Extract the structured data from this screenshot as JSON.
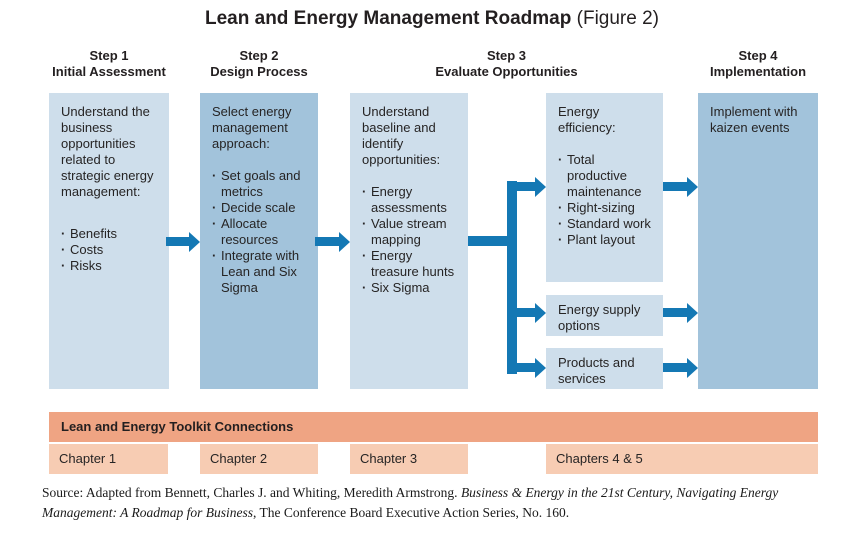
{
  "title": {
    "main": "Lean and Energy Management Roadmap",
    "suffix": " (Figure 2)"
  },
  "steps": [
    {
      "step": "Step 1",
      "name": "Initial Assessment"
    },
    {
      "step": "Step 2",
      "name": "Design Process"
    },
    {
      "step": "Step 3",
      "name": "Evaluate Opportunities"
    },
    {
      "step": "Step 4",
      "name": "Implementation"
    }
  ],
  "boxes": {
    "initial_assessment": {
      "intro": "Understand the business opportunities related to strategic energy management:",
      "bullets": [
        "Benefits",
        "Costs",
        "Risks"
      ]
    },
    "design_process": {
      "intro": "Select energy management approach:",
      "bullets": [
        "Set goals and metrics",
        "Decide scale",
        "Allocate resources",
        "Integrate with Lean and Six Sigma"
      ]
    },
    "evaluate_opportunities": {
      "intro": "Understand baseline and identify opportunities:",
      "bullets": [
        "Energy assessments",
        "Value stream mapping",
        "Energy treasure hunts",
        "Six Sigma"
      ]
    },
    "energy_efficiency": {
      "intro": "Energy efficiency:",
      "bullets": [
        "Total productive maintenance",
        "Right-sizing",
        "Standard work",
        "Plant layout"
      ]
    },
    "energy_supply": {
      "text": "Energy supply options"
    },
    "products_services": {
      "text": "Products and services"
    },
    "implementation": {
      "text": "Implement with kaizen events"
    }
  },
  "toolkit": {
    "header": "Lean and Energy Toolkit Connections",
    "chapters": [
      "Chapter 1",
      "Chapter 2",
      "Chapter 3",
      "Chapters 4 & 5"
    ]
  },
  "source": {
    "prefix": "Source: Adapted from Bennett, Charles J. and Whiting, Meredith Armstrong. ",
    "italic": "Business & Energy in the 21st Century, Navigating Energy Management: A Roadmap for Business",
    "suffix": ", The Conference Board Executive Action Series, No. 160."
  },
  "colors": {
    "lightBlue": "#cedeeb",
    "medBlue": "#a2c3db",
    "arrowBlue": "#1478b4",
    "salmonDark": "#efa483",
    "salmonLight": "#f7ccb3",
    "textDark": "#262424"
  }
}
